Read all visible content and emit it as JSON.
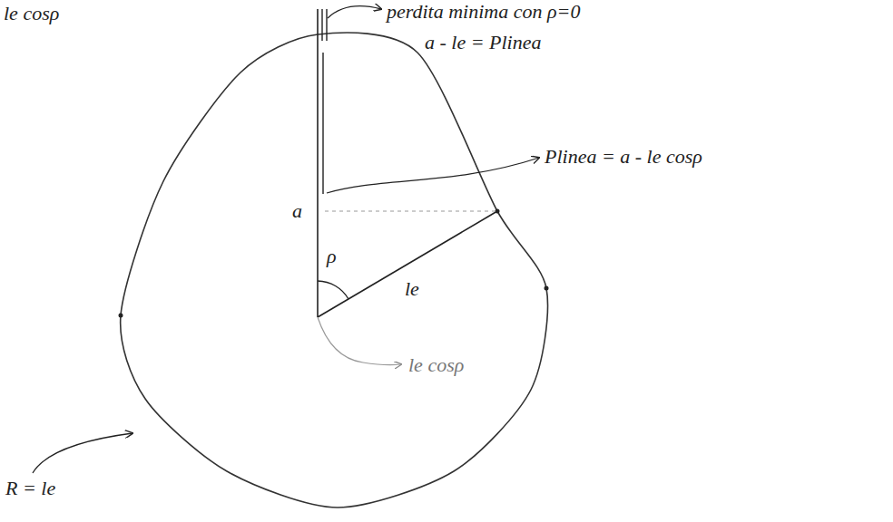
{
  "diagram": {
    "labels": [
      "le cosρ",
      "perdita minima con ρ=0",
      "a - le = Plinea",
      "Plinea = a - le cosρ",
      "a",
      "ρ",
      "le",
      "le cosρ",
      "R = le"
    ]
  }
}
